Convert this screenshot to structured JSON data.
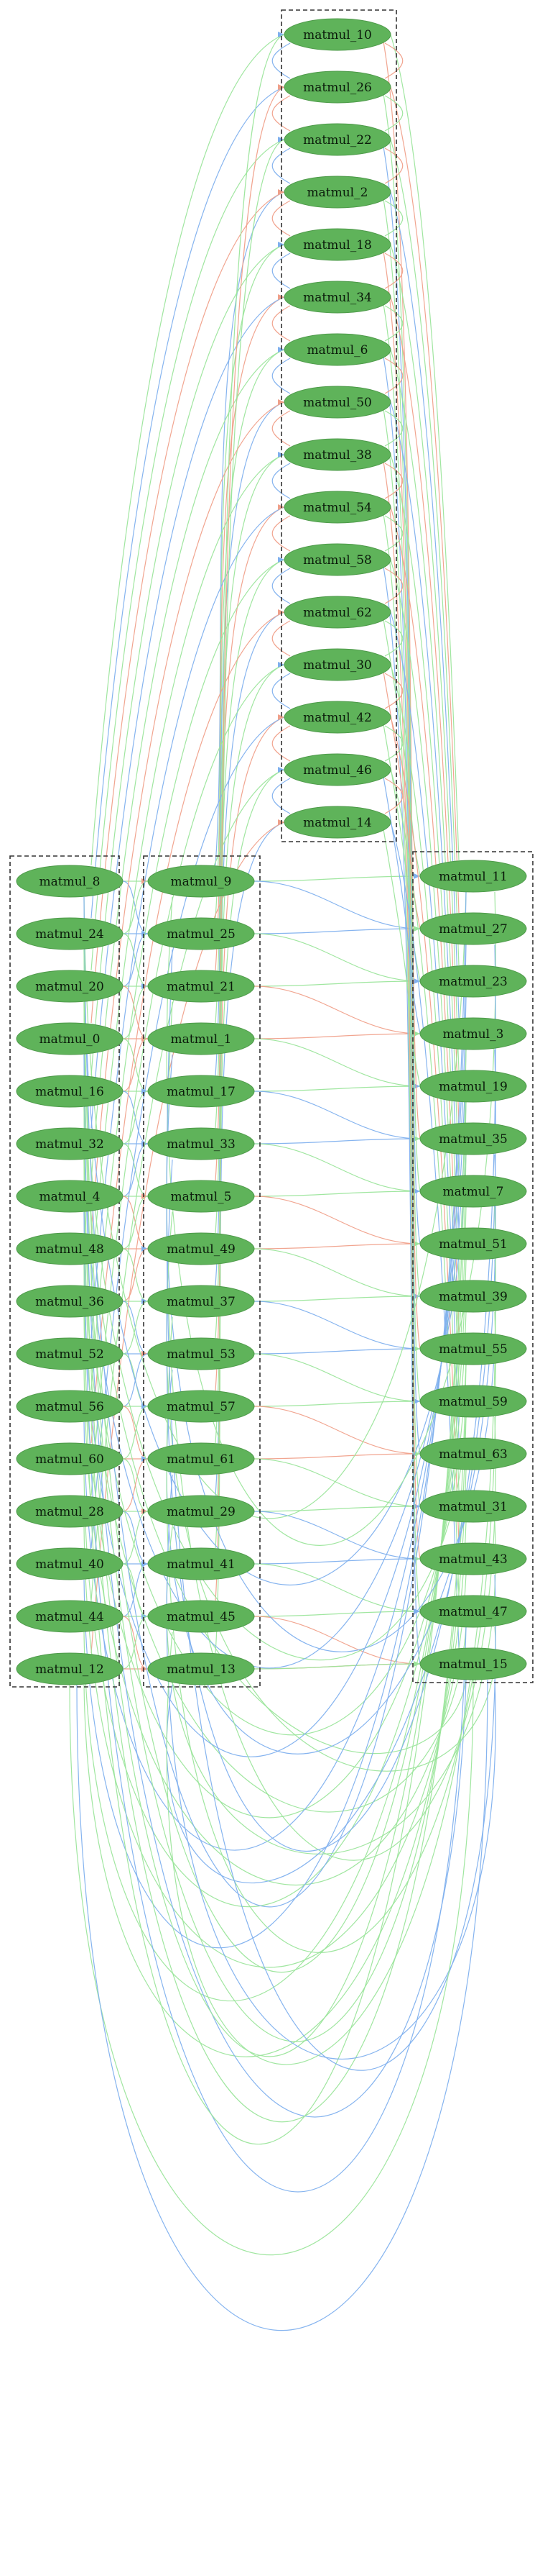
{
  "colors": {
    "node_fill": "#5fb35a",
    "edge_green": "#9be59b",
    "edge_blue": "#7fb0ee",
    "edge_salmon": "#f0a08a",
    "cluster_border": "#333333"
  },
  "clusters": [
    {
      "id": "left",
      "nodes": [
        "matmul_8",
        "matmul_24",
        "matmul_20",
        "matmul_0",
        "matmul_16",
        "matmul_32",
        "matmul_4",
        "matmul_48",
        "matmul_36",
        "matmul_52",
        "matmul_56",
        "matmul_60",
        "matmul_28",
        "matmul_40",
        "matmul_44",
        "matmul_12"
      ]
    },
    {
      "id": "mid_left",
      "nodes": [
        "matmul_9",
        "matmul_25",
        "matmul_21",
        "matmul_1",
        "matmul_17",
        "matmul_33",
        "matmul_5",
        "matmul_49",
        "matmul_37",
        "matmul_53",
        "matmul_57",
        "matmul_61",
        "matmul_29",
        "matmul_41",
        "matmul_45",
        "matmul_13"
      ]
    },
    {
      "id": "top",
      "nodes": [
        "matmul_10",
        "matmul_26",
        "matmul_22",
        "matmul_2",
        "matmul_18",
        "matmul_34",
        "matmul_6",
        "matmul_50",
        "matmul_38",
        "matmul_54",
        "matmul_58",
        "matmul_62",
        "matmul_30",
        "matmul_42",
        "matmul_46",
        "matmul_14"
      ]
    },
    {
      "id": "right",
      "nodes": [
        "matmul_11",
        "matmul_27",
        "matmul_23",
        "matmul_3",
        "matmul_19",
        "matmul_35",
        "matmul_7",
        "matmul_51",
        "matmul_39",
        "matmul_55",
        "matmul_59",
        "matmul_63",
        "matmul_31",
        "matmul_43",
        "matmul_47",
        "matmul_15"
      ]
    }
  ]
}
